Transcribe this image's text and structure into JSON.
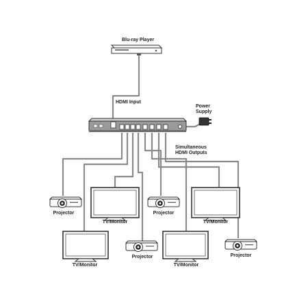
{
  "labels": {
    "source": "Blu-ray Player",
    "input": "HDMI Input",
    "power_line1": "Power",
    "power_line2": "Supply",
    "outputs_line1": "Simultaneous",
    "outputs_line2": "HDMI Outputs"
  },
  "outputs": [
    {
      "label": "Projector"
    },
    {
      "label": "TV/Monitor"
    },
    {
      "label": "Projector"
    },
    {
      "label": "TV/Monitor"
    },
    {
      "label": "TV/Monitor"
    },
    {
      "label": "Projector"
    },
    {
      "label": "TV/Monitor"
    },
    {
      "label": "Projector"
    }
  ],
  "colors": {
    "cable": "#8a8a8a",
    "device_stroke": "#333333",
    "device_fill": "#ffffff",
    "splitter_fill": "#9a9a9a",
    "text": "#222222"
  }
}
